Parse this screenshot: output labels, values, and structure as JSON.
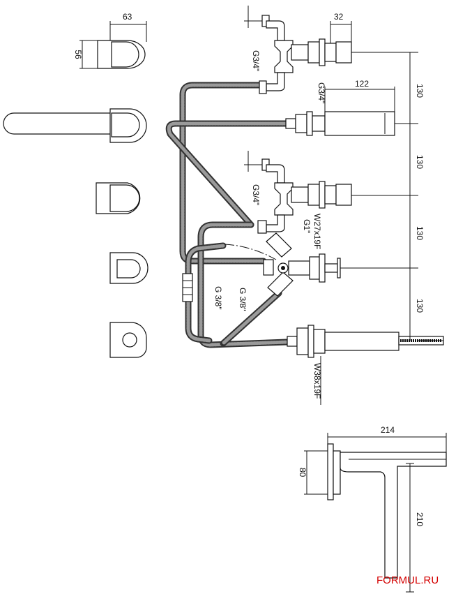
{
  "dimensions": {
    "handle_width": "63",
    "handle_height": "56",
    "valve_offset": "32",
    "spout_projection": "122",
    "spacing_1": "130",
    "spacing_2": "130",
    "spacing_3": "130",
    "spacing_4": "130",
    "side_projection": "214",
    "side_height": "80",
    "side_drop": "210"
  },
  "threads": {
    "valve_top": "G3/4\"",
    "valve_top_lower": "G3/4\"",
    "valve_mid": "G3/4\"",
    "diverter_inlet": "G1\"",
    "diverter_body": "W27x19F",
    "hose_left": "G 3/8\"",
    "hose_right": "G 3/8\"",
    "shower_body": "W38x19F"
  },
  "watermark": "FORMUL.RU",
  "colors": {
    "line": "#111111",
    "hose": "#333333",
    "watermark": "#d40000"
  }
}
